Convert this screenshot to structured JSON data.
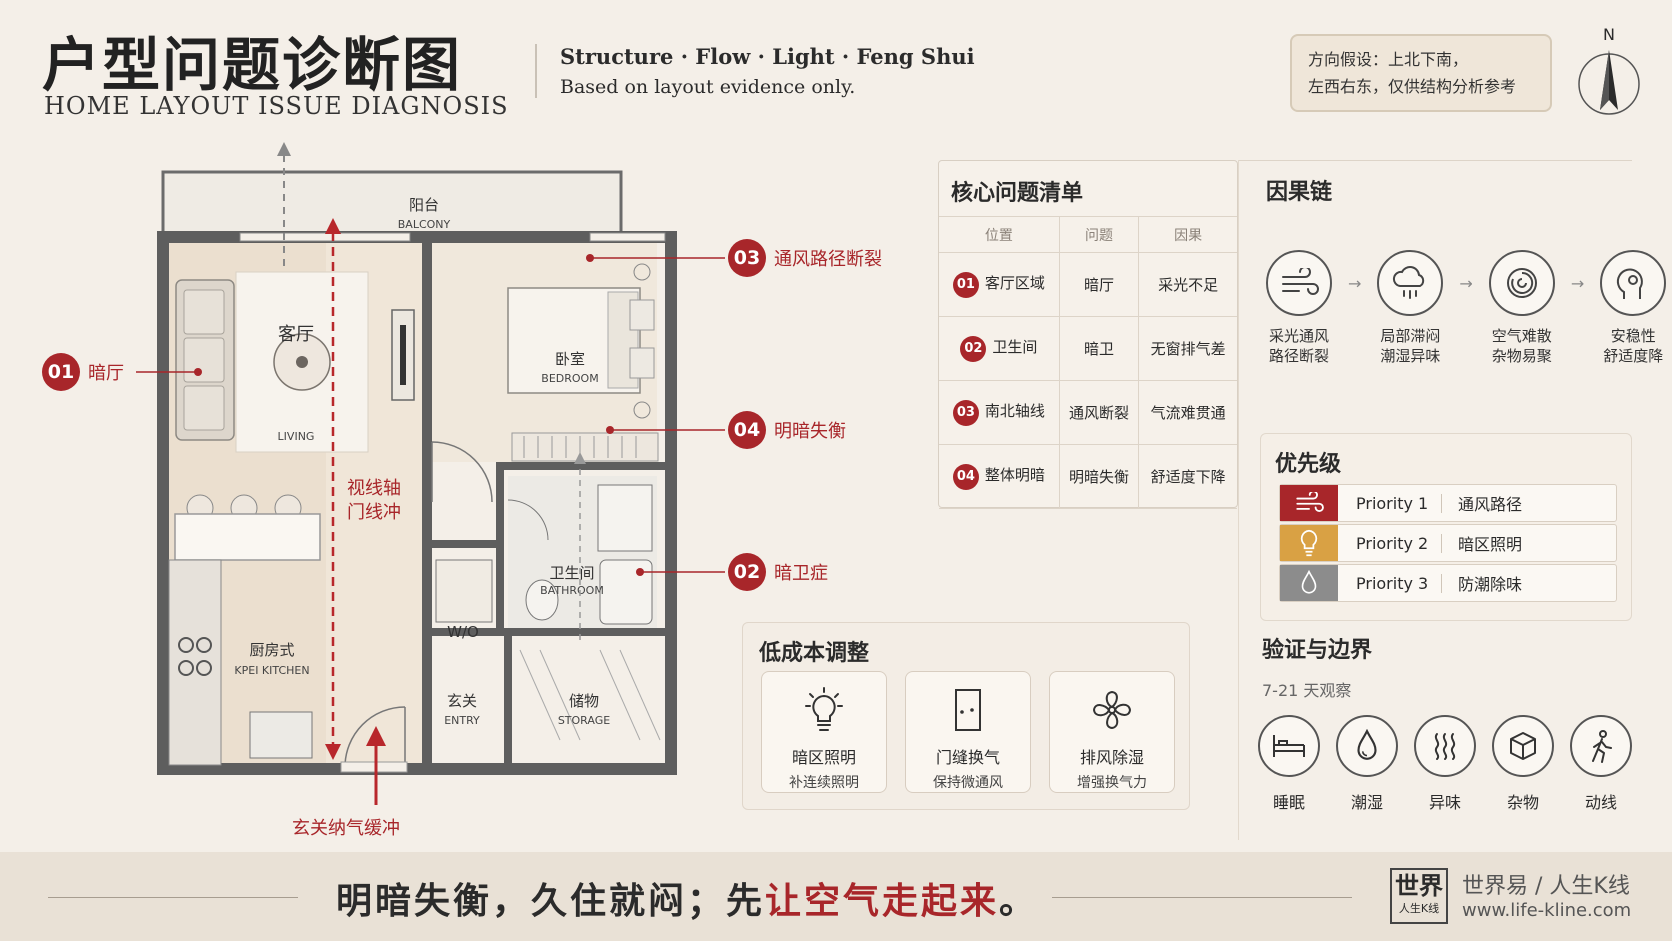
{
  "header": {
    "title": "户型问题诊断图",
    "subtitle": "HOME LAYOUT ISSUE DIAGNOSIS",
    "tag1": "Structure · Flow · Light · Feng Shui",
    "tag2": "Based on layout evidence only.",
    "note_line1": "方向假设：上北下南，",
    "note_line2": "左西右东，仅供结构分析参考",
    "compass_label": "N"
  },
  "floorplan": {
    "balcony": "阳台",
    "balcony_en": "BALCONY",
    "living": "客厅",
    "living_en": "LIVING",
    "bedroom": "卧室",
    "bedroom_en": "BEDROOM",
    "bathroom": "卫生间",
    "bathroom_en": "BATHROOM",
    "kitchen": "厨房式",
    "kitchen_en": "KPEI KITCHEN",
    "wo": "W/O",
    "entry": "玄关",
    "entry_en": "ENTRY",
    "storage": "储物",
    "storage_en": "STORAGE",
    "axis_label_1": "视线轴",
    "axis_label_2": "门线冲",
    "entry_buffer": "玄关纳气缓冲"
  },
  "callouts": [
    {
      "num": "01",
      "text": "暗厅"
    },
    {
      "num": "02",
      "text": "暗卫症"
    },
    {
      "num": "03",
      "text": "通风路径断裂"
    },
    {
      "num": "04",
      "text": "明暗失衡"
    }
  ],
  "issues": {
    "title": "核心问题清单",
    "headers": [
      "位置",
      "问题",
      "因果"
    ],
    "rows": [
      {
        "num": "01",
        "location": "客厅区域",
        "problem": "暗厅",
        "cause": "采光不足"
      },
      {
        "num": "02",
        "location": "卫生间",
        "problem": "暗卫",
        "cause": "无窗排气差"
      },
      {
        "num": "03",
        "location": "南北轴线",
        "problem": "通风断裂",
        "cause": "气流难贯通"
      },
      {
        "num": "04",
        "location": "整体明暗",
        "problem": "明暗失衡",
        "cause": "舒适度下降"
      }
    ]
  },
  "chain": {
    "title": "因果链",
    "items": [
      {
        "icon": "wind-icon",
        "l1": "采光通风",
        "l2": "路径断裂"
      },
      {
        "icon": "cloud-rain-icon",
        "l1": "局部滞闷",
        "l2": "潮湿异味"
      },
      {
        "icon": "swirl-icon",
        "l1": "空气难散",
        "l2": "杂物易聚"
      },
      {
        "icon": "head-icon",
        "l1": "安稳性",
        "l2": "舒适度降"
      }
    ]
  },
  "priority": {
    "title": "优先级",
    "rows": [
      {
        "icon": "wind-icon",
        "color": "#a8262a",
        "name": "Priority 1",
        "value": "通风路径"
      },
      {
        "icon": "bulb-icon",
        "color": "#d9a144",
        "name": "Priority 2",
        "value": "暗区照明"
      },
      {
        "icon": "drop-icon",
        "color": "#8c8c8c",
        "name": "Priority 3",
        "value": "防潮除味"
      }
    ]
  },
  "adjust": {
    "title": "低成本调整",
    "cards": [
      {
        "icon": "bulb-icon",
        "l1": "暗区照明",
        "l2": "补连续照明"
      },
      {
        "icon": "door-icon",
        "l1": "门缝换气",
        "l2": "保持微通风"
      },
      {
        "icon": "fan-icon",
        "l1": "排风除湿",
        "l2": "增强换气力"
      }
    ]
  },
  "verify": {
    "title": "验证与边界",
    "subtitle": "7-21 天观察",
    "items": [
      {
        "icon": "bed-icon",
        "label": "睡眠"
      },
      {
        "icon": "drop-icon",
        "label": "潮湿"
      },
      {
        "icon": "odor-icon",
        "label": "异味"
      },
      {
        "icon": "box-icon",
        "label": "杂物"
      },
      {
        "icon": "walk-icon",
        "label": "动线"
      }
    ]
  },
  "footer": {
    "slogan_a": "明暗失衡，久住就闷；先",
    "slogan_b": "让空气走起来",
    "slogan_c": "。",
    "brand_box_1": "世界",
    "brand_box_2": "人生K线",
    "brand_name": "世界易 / 人生K线",
    "brand_url": "www.life-kline.com"
  },
  "colors": {
    "accent": "#a8262a",
    "background": "#f4efe8",
    "wall": "#5e5e5e"
  }
}
